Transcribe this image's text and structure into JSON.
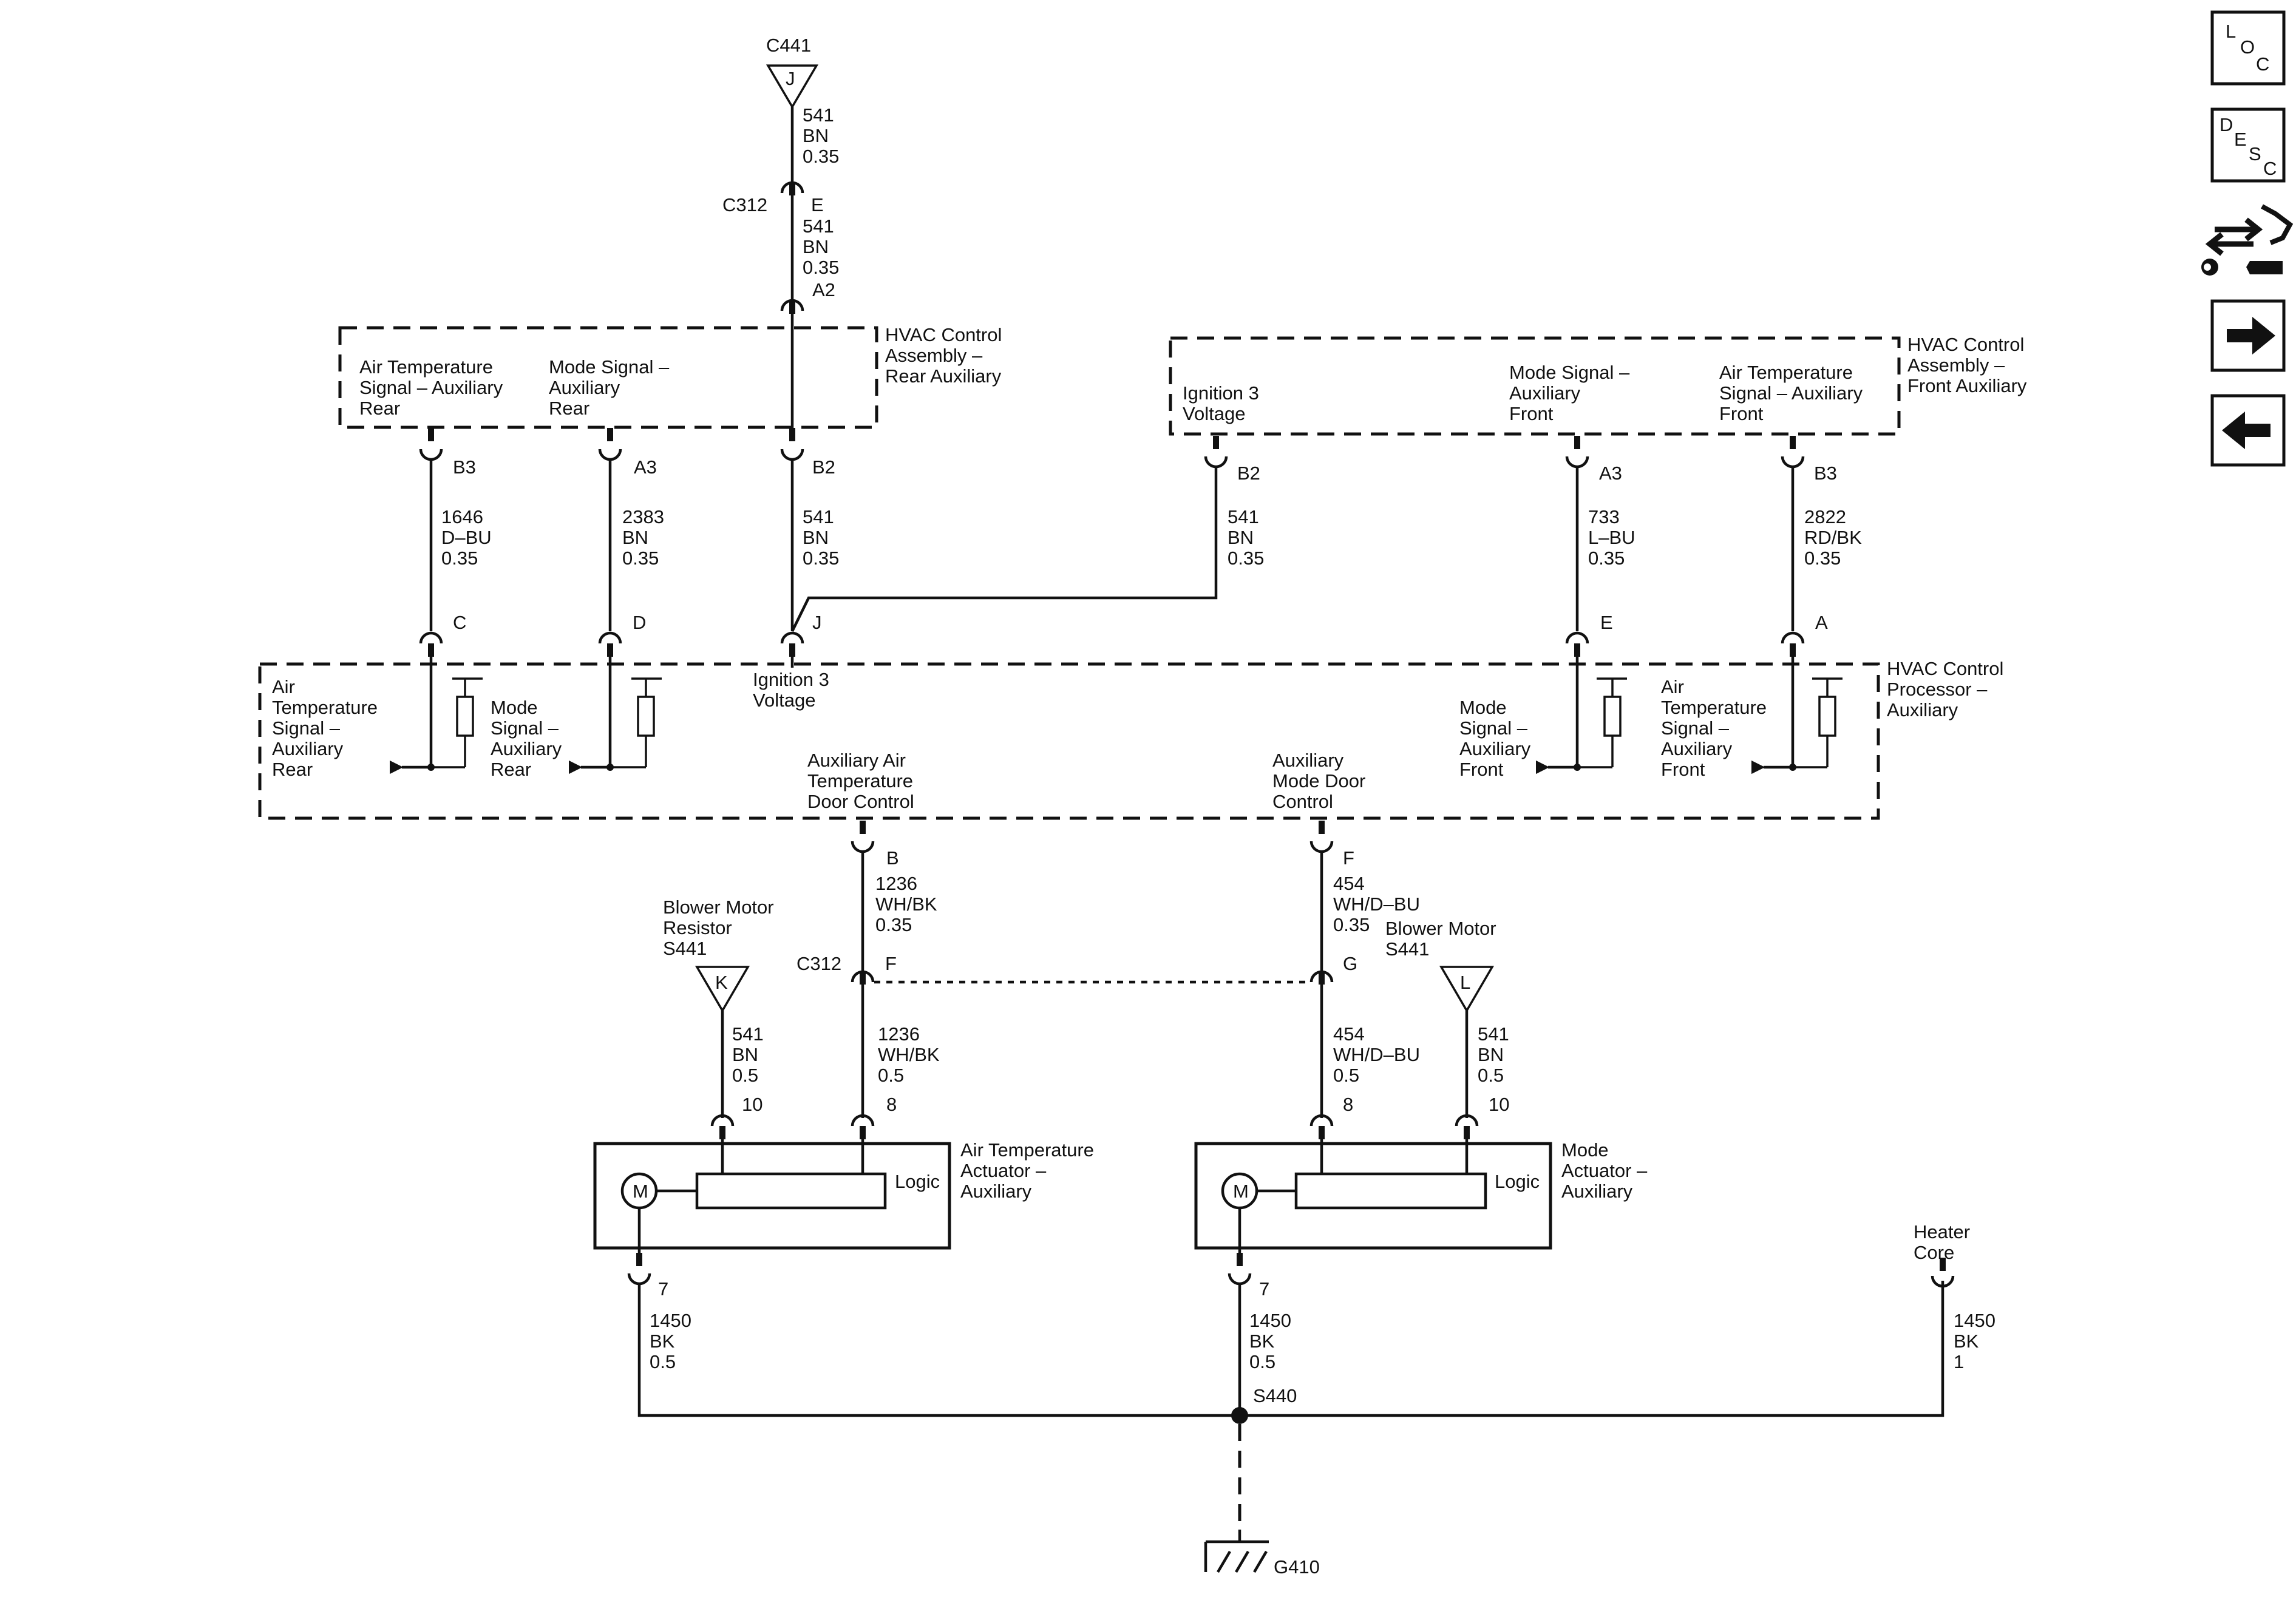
{
  "nav": {
    "loc": {
      "l1": "L",
      "l2": "O",
      "l3": "C"
    },
    "desc": {
      "l1": "D",
      "l2": "E",
      "l3": "S",
      "l4": "C"
    }
  },
  "connectors": {
    "c441": "C441",
    "c441_pin": "J",
    "c312_top": "C312",
    "c312_top_pin_e": "E",
    "c312_top_pin_a2": "A2",
    "c312_mid": "C312",
    "c312_pin_f": "F",
    "c312_pin_g": "G",
    "s441_k": "K",
    "s441_l": "L",
    "splice": "S440",
    "ground": "G410"
  },
  "wires": {
    "w541_top": {
      "circuit": "541",
      "color": "BN",
      "gauge": "0.35"
    },
    "w541_mid": {
      "circuit": "541",
      "color": "BN",
      "gauge": "0.35"
    },
    "w1646": {
      "circuit": "1646",
      "color": "D–BU",
      "gauge": "0.35"
    },
    "w2383": {
      "circuit": "2383",
      "color": "BN",
      "gauge": "0.35"
    },
    "w541_b2": {
      "circuit": "541",
      "color": "BN",
      "gauge": "0.35"
    },
    "w541_front": {
      "circuit": "541",
      "color": "BN",
      "gauge": "0.35"
    },
    "w733": {
      "circuit": "733",
      "color": "L–BU",
      "gauge": "0.35"
    },
    "w2822": {
      "circuit": "2822",
      "color": "RD/BK",
      "gauge": "0.35"
    },
    "w1236_up": {
      "circuit": "1236",
      "color": "WH/BK",
      "gauge": "0.35"
    },
    "w454_up": {
      "circuit": "454",
      "color": "WH/D–BU",
      "gauge": "0.35"
    },
    "w541_k": {
      "circuit": "541",
      "color": "BN",
      "gauge": "0.5"
    },
    "w1236_lo": {
      "circuit": "1236",
      "color": "WH/BK",
      "gauge": "0.5"
    },
    "w454_lo": {
      "circuit": "454",
      "color": "WH/D–BU",
      "gauge": "0.5"
    },
    "w541_l": {
      "circuit": "541",
      "color": "BN",
      "gauge": "0.5"
    },
    "w1450_a": {
      "circuit": "1450",
      "color": "BK",
      "gauge": "0.5"
    },
    "w1450_b": {
      "circuit": "1450",
      "color": "BK",
      "gauge": "0.5"
    },
    "w1450_c": {
      "circuit": "1450",
      "color": "BK",
      "gauge": "1"
    }
  },
  "pins": {
    "rear_b3": "B3",
    "rear_a3": "A3",
    "rear_b2": "B2",
    "front_b2": "B2",
    "front_a3": "A3",
    "front_b3": "B3",
    "proc_c": "C",
    "proc_d": "D",
    "proc_j": "J",
    "proc_e": "E",
    "proc_a": "A",
    "proc_b": "B",
    "proc_f": "F",
    "at_10": "10",
    "at_8": "8",
    "at_7": "7",
    "md_8": "8",
    "md_10": "10",
    "md_7": "7"
  },
  "rear_assembly": {
    "title": [
      "HVAC Control",
      "Assembly –",
      "Rear Auxiliary"
    ],
    "air_temp": [
      "Air Temperature",
      "Signal – Auxiliary",
      "Rear"
    ],
    "mode": [
      "Mode Signal –",
      "Auxiliary",
      "Rear"
    ]
  },
  "front_assembly": {
    "title": [
      "HVAC Control",
      "Assembly –",
      "Front Auxiliary"
    ],
    "ignition": [
      "Ignition 3",
      "Voltage"
    ],
    "mode": [
      "Mode Signal –",
      "Auxiliary",
      "Front"
    ],
    "air_temp": [
      "Air Temperature",
      "Signal – Auxiliary",
      "Front"
    ]
  },
  "processor": {
    "title": [
      "HVAC Control",
      "Processor –",
      "Auxiliary"
    ],
    "air_temp_rear": [
      "Air",
      "Temperature",
      "Signal –",
      "Auxiliary",
      "Rear"
    ],
    "mode_rear": [
      "Mode",
      "Signal –",
      "Auxiliary",
      "Rear"
    ],
    "ignition": [
      "Ignition 3",
      "Voltage"
    ],
    "mode_front": [
      "Mode",
      "Signal –",
      "Auxiliary",
      "Front"
    ],
    "air_temp_front": [
      "Air",
      "Temperature",
      "Signal –",
      "Auxiliary",
      "Front"
    ],
    "air_door": [
      "Auxiliary Air",
      "Temperature",
      "Door Control"
    ],
    "mode_door": [
      "Auxiliary",
      "Mode Door",
      "Control"
    ]
  },
  "supplies": {
    "blower_resistor": [
      "Blower Motor",
      "Resistor",
      "S441"
    ],
    "blower_motor": [
      "Blower Motor",
      "S441"
    ],
    "heater_core": [
      "Heater",
      "Core"
    ]
  },
  "actuators": {
    "air_temp": {
      "title": [
        "Air Temperature",
        "Actuator –",
        "Auxiliary"
      ],
      "motor": "M",
      "logic": "Logic"
    },
    "mode": {
      "title": [
        "Mode",
        "Actuator –",
        "Auxiliary"
      ],
      "motor": "M",
      "logic": "Logic"
    }
  },
  "icons": {
    "loc": "loc-icon",
    "desc": "desc-icon",
    "tool": "connector-tool-icon",
    "next": "arrow-right-icon",
    "prev": "arrow-left-icon"
  }
}
